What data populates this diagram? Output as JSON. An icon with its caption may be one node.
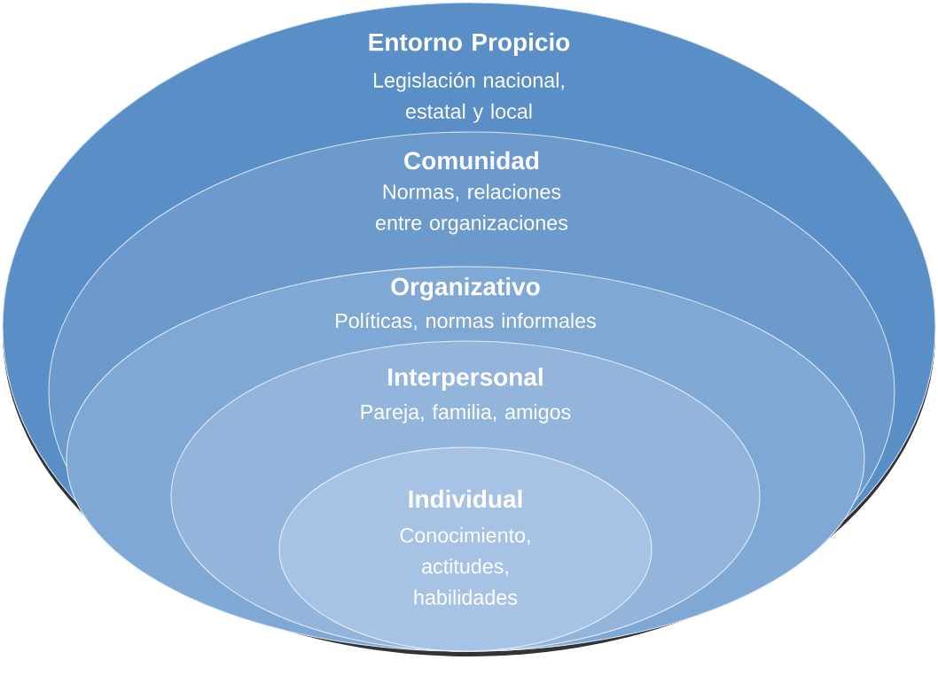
{
  "diagram": {
    "nodes": [
      {
        "text": [
          "Entorno Propicio",
          "Legislación nacional, estatal y local"
        ]
      },
      {
        "text": [
          "Comunidad",
          "Normas, relaciones entre organizaciones"
        ],
        "in": 0
      },
      {
        "text": [
          "Organizativo",
          "Políticas, normas informales"
        ],
        "in": 1
      },
      {
        "text": [
          "Interpersonal",
          "Pareja, familia, amigos"
        ],
        "in": 2
      },
      {
        "text": [
          "Individual",
          "Conocimiento, actitudes, habilidades"
        ],
        "in": 3
      }
    ]
  }
}
